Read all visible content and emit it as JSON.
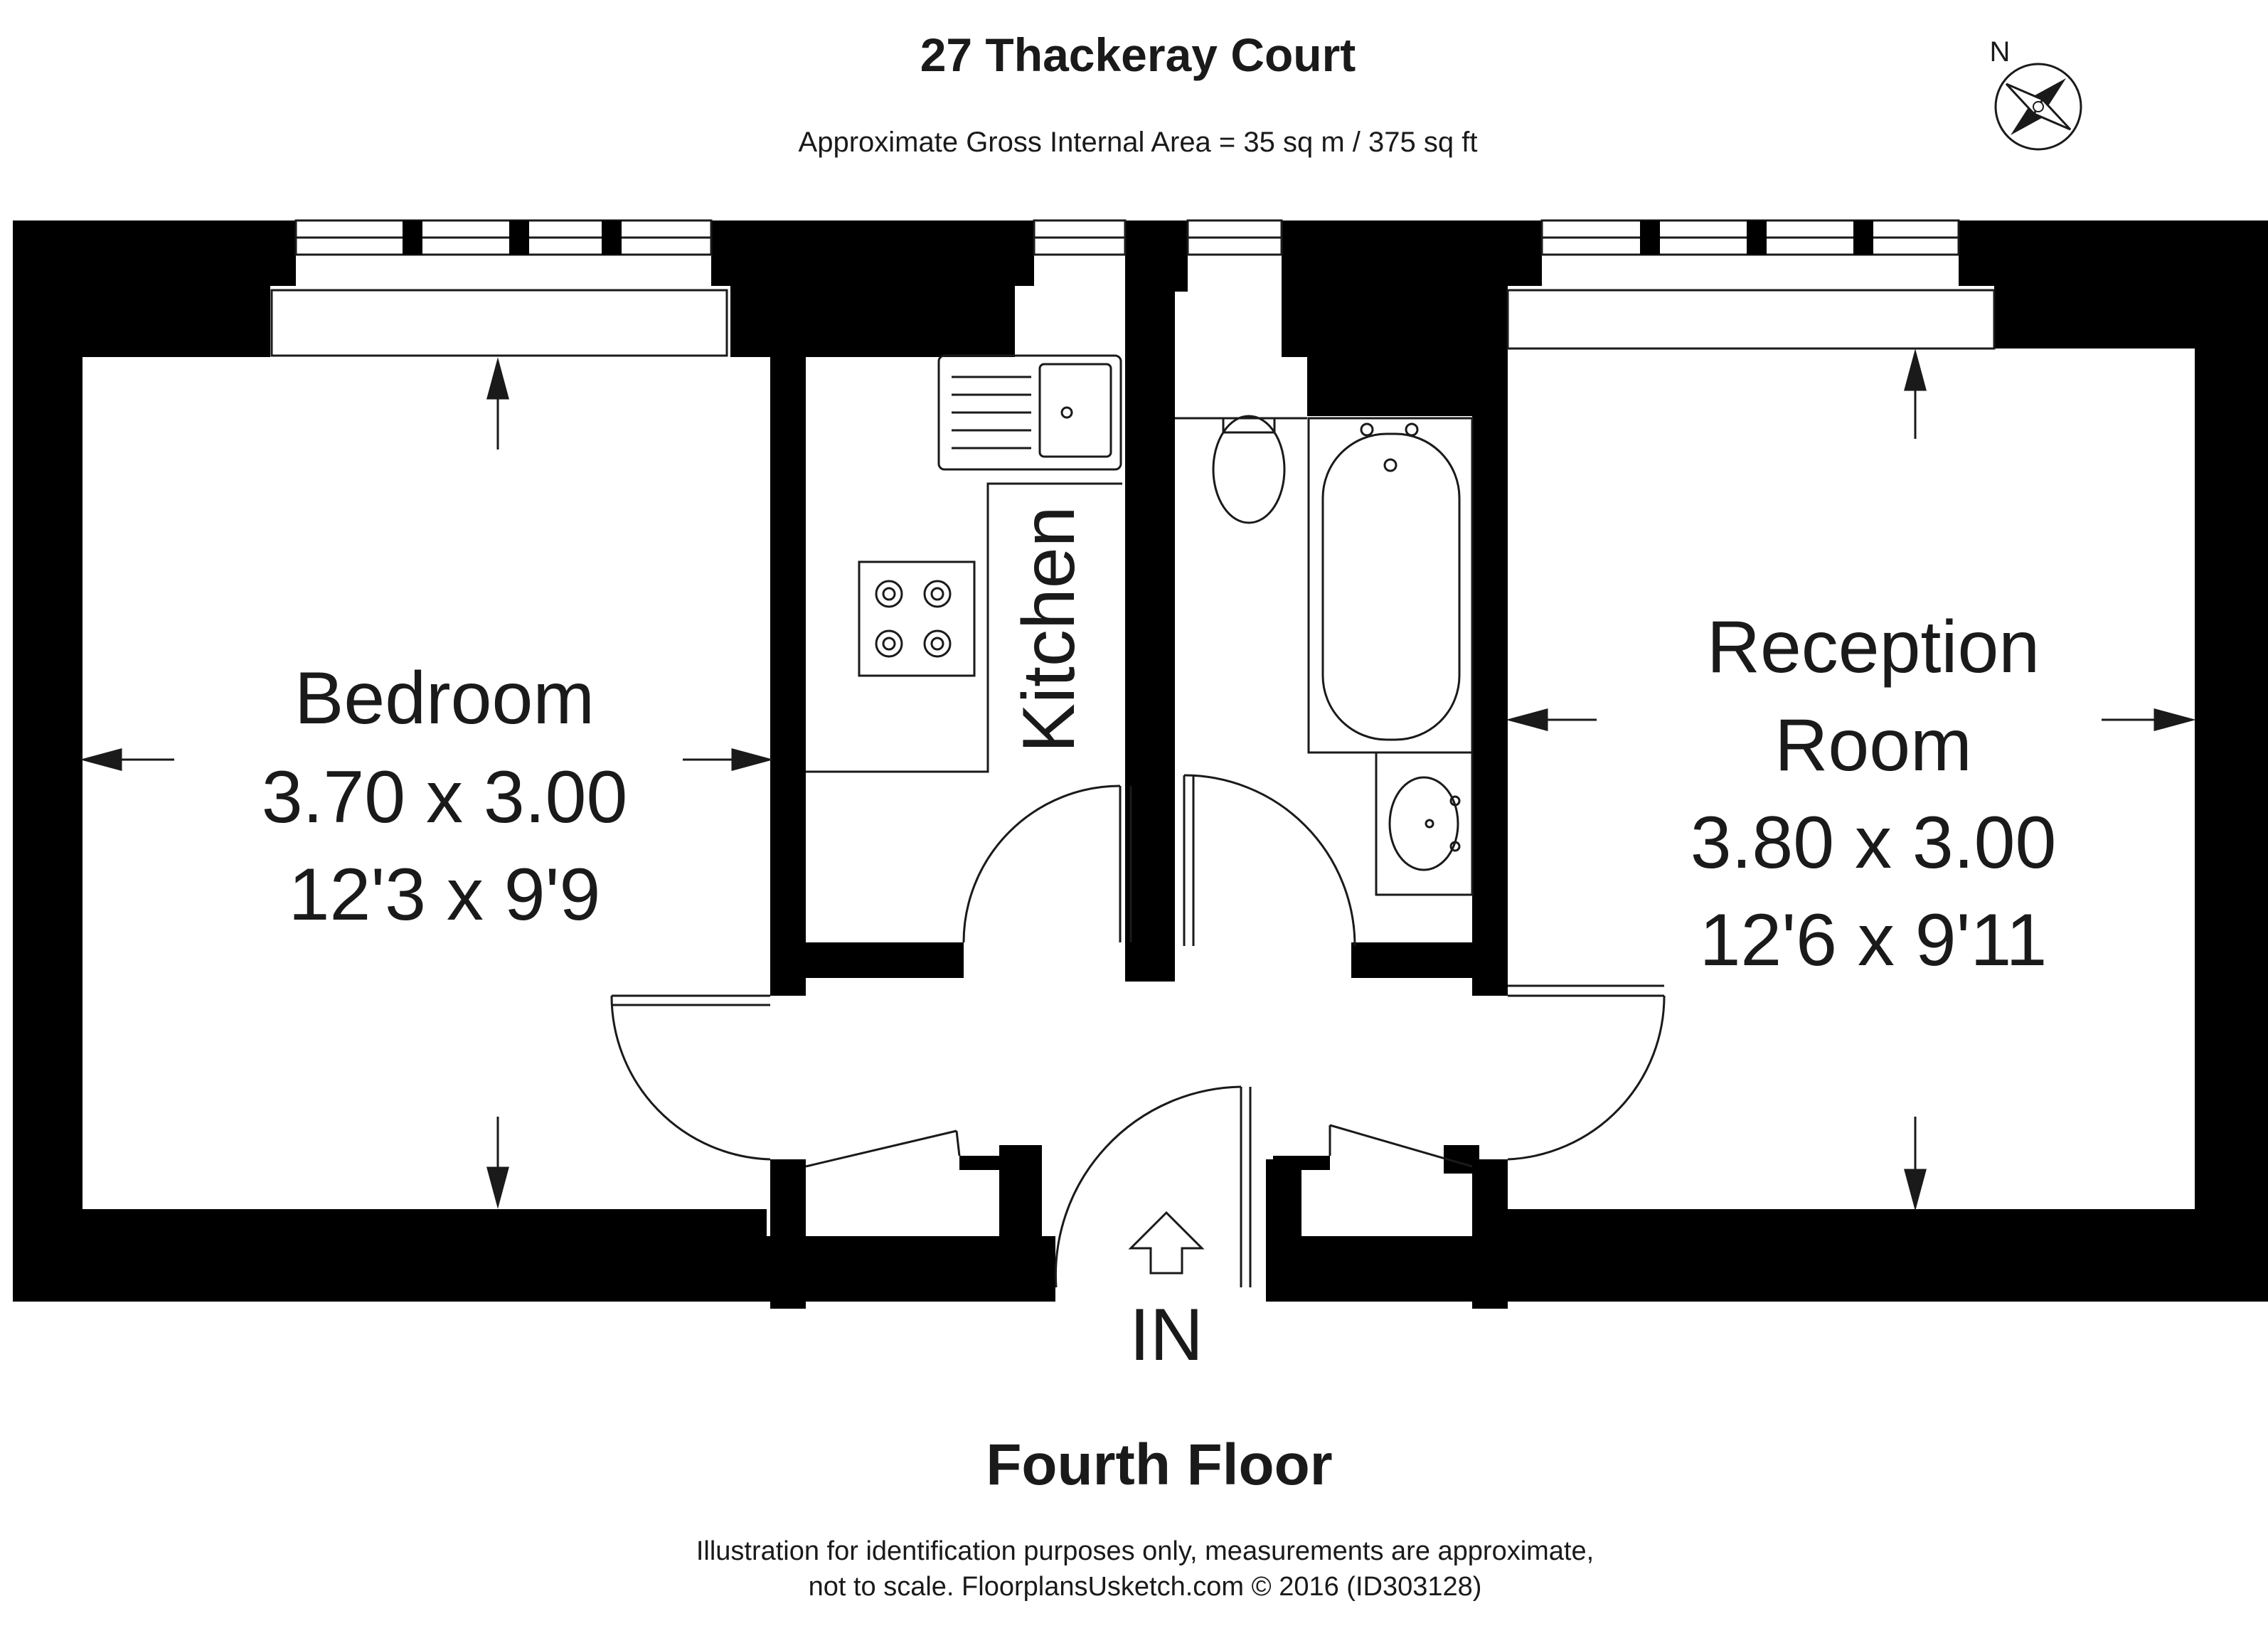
{
  "header": {
    "title": "27 Thackeray Court",
    "area": "Approximate Gross Internal Area = 35 sq m / 375 sq ft",
    "north_label": "N"
  },
  "rooms": {
    "bedroom": {
      "name": "Bedroom",
      "metric": "3.70 x 3.00",
      "imperial": "12'3 x 9'9"
    },
    "kitchen": {
      "name": "Kitchen"
    },
    "reception": {
      "name_line1": "Reception",
      "name_line2": "Room",
      "metric": "3.80 x 3.00",
      "imperial": "12'6 x 9'11"
    }
  },
  "entrance": {
    "label": "IN"
  },
  "floor": {
    "label": "Fourth Floor"
  },
  "footer": {
    "line1": "Illustration for identification purposes only, measurements are approximate,",
    "line2": "not to scale. FloorplansUsketch.com © 2016 (ID303128)"
  },
  "colors": {
    "wall": "#000000",
    "line": "#1a1a1a",
    "background": "#ffffff"
  }
}
